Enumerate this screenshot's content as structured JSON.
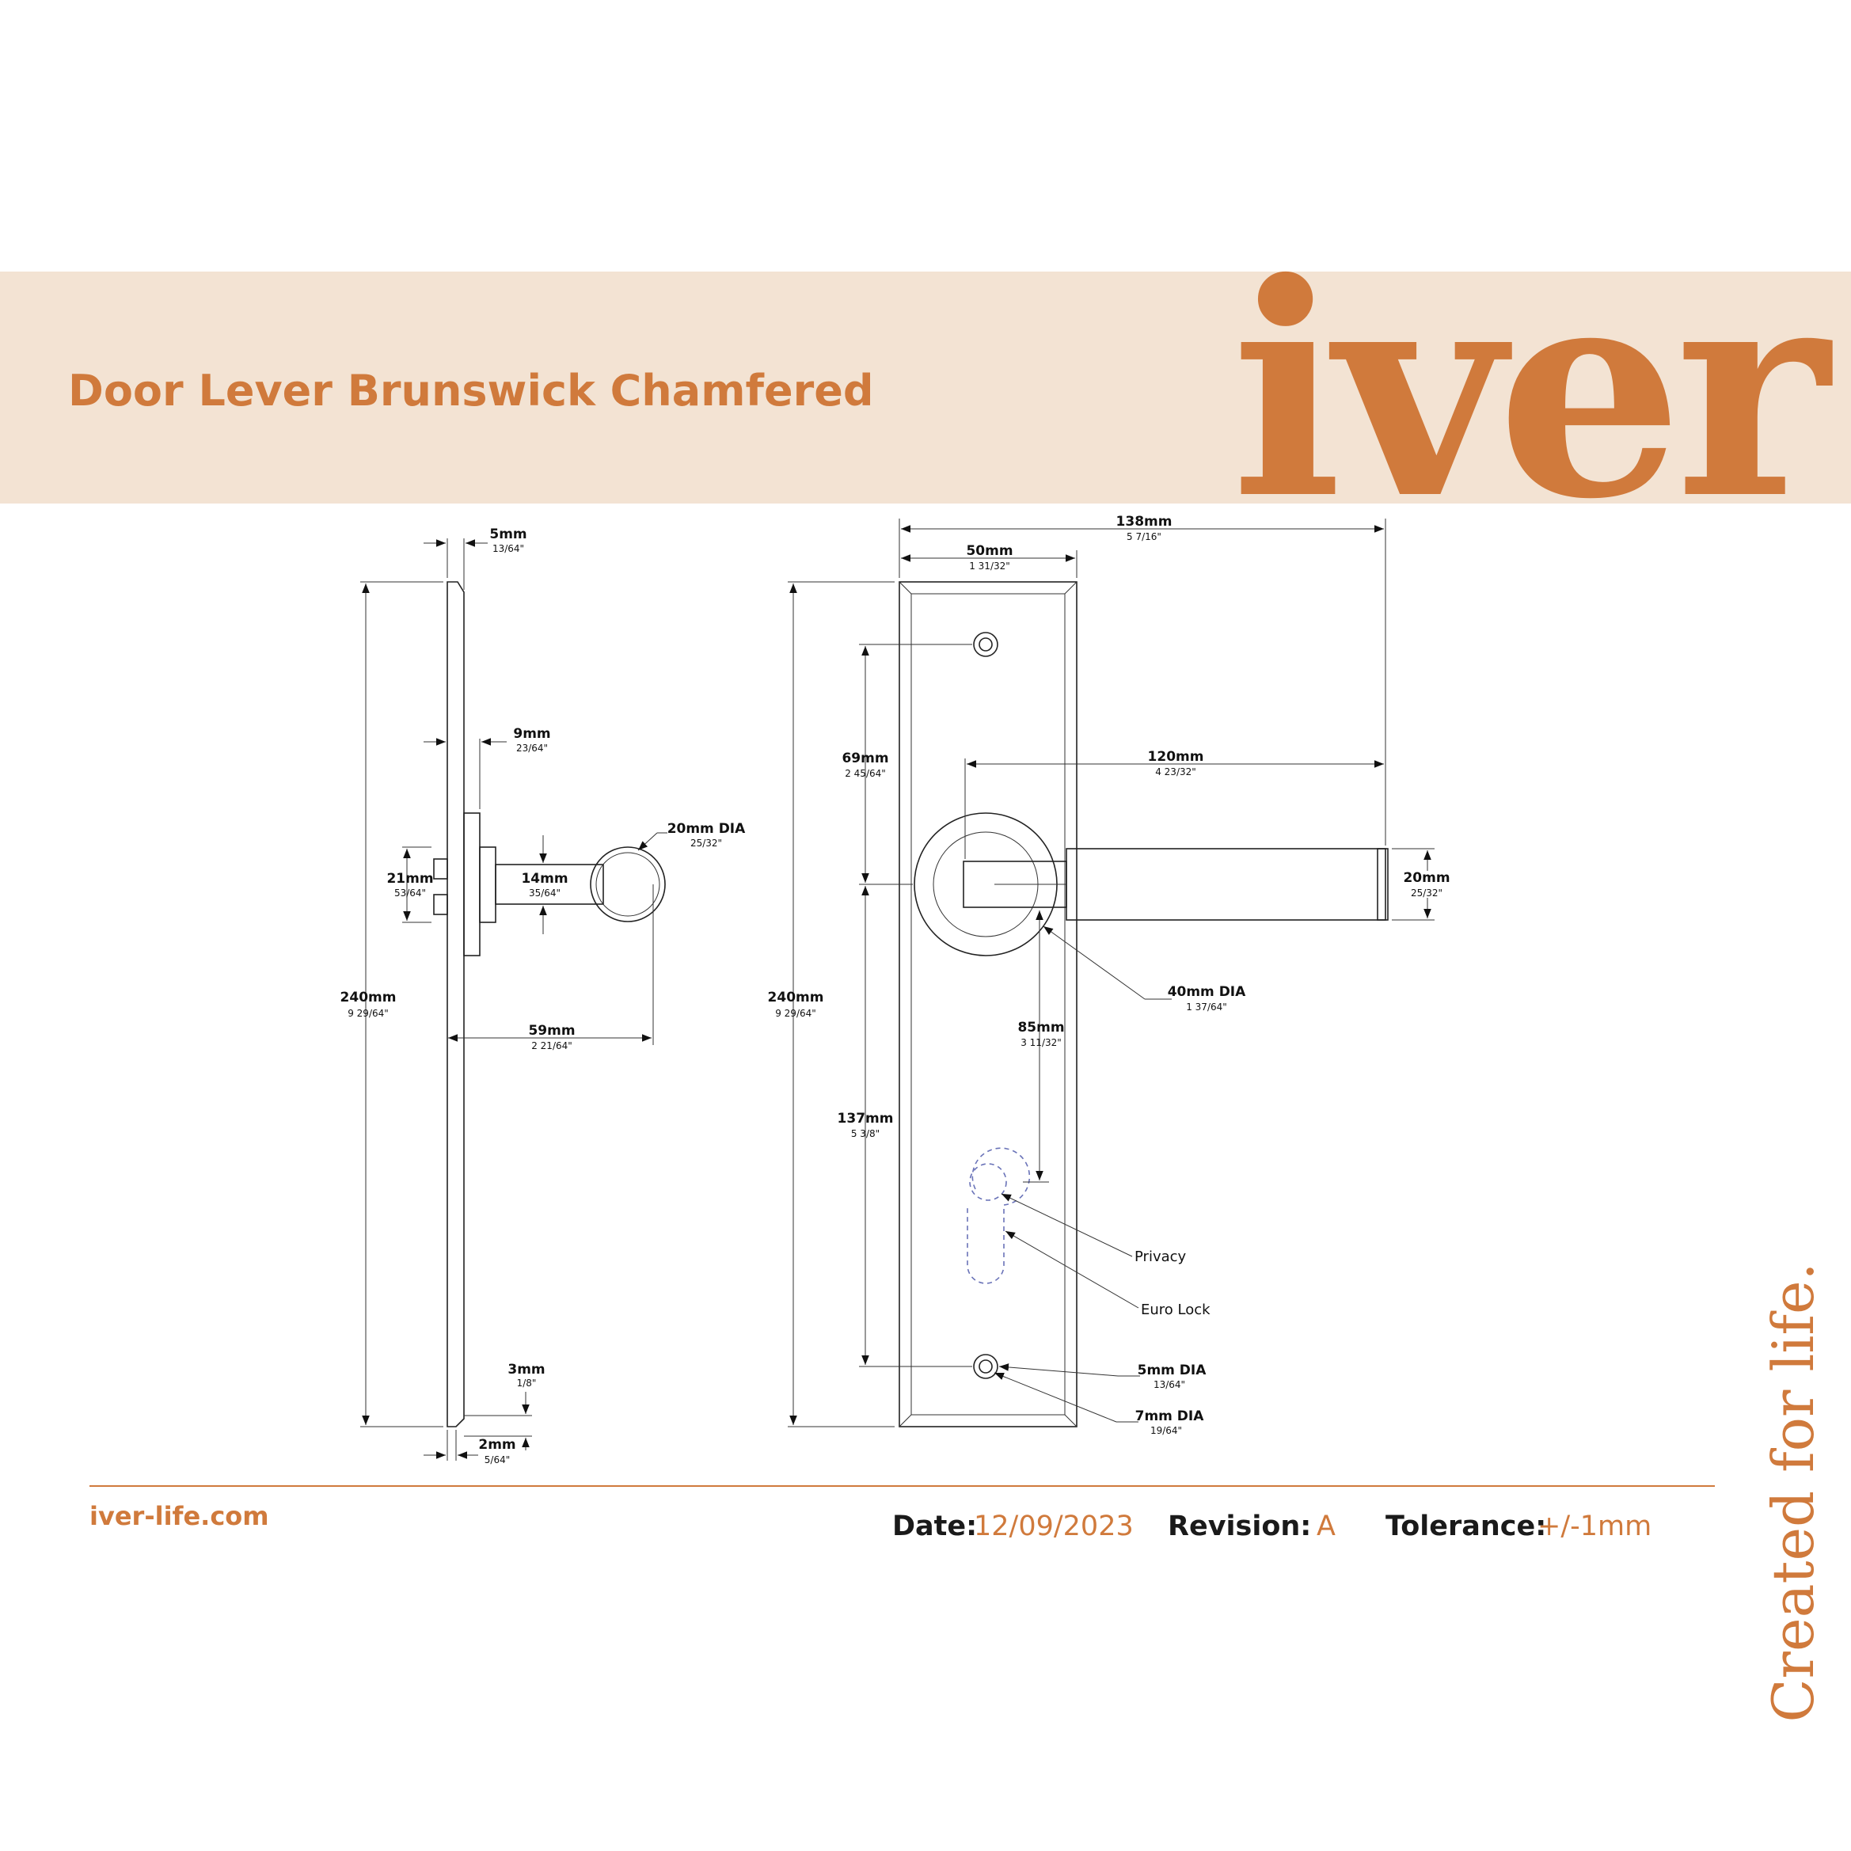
{
  "header": {
    "title": "Door Lever Brunswick Chamfered",
    "logo": "iver",
    "tagline": "Created for life."
  },
  "footer": {
    "site": "iver-life.com",
    "date_label": "Date:",
    "date_value": "12/09/2023",
    "revision_label": "Revision:",
    "revision_value": "A",
    "tolerance_label": "Tolerance:",
    "tolerance_value": "+/-1mm"
  },
  "side_view": {
    "plate_thickness": {
      "mm": "5mm",
      "in": "13/64\""
    },
    "rose_offset": {
      "mm": "9mm",
      "in": "23/64\""
    },
    "rose_height": {
      "mm": "21mm",
      "in": "53/64\""
    },
    "neck": {
      "mm": "14mm",
      "in": "35/64\""
    },
    "lever_dia": {
      "mm": "20mm DIA",
      "in": "25/32\""
    },
    "projection": {
      "mm": "59mm",
      "in": "2 21/64\""
    },
    "height": {
      "mm": "240mm",
      "in": "9 29/64\""
    },
    "chamfer_top": {
      "mm": "3mm",
      "in": "1/8\""
    },
    "chamfer_bottom": {
      "mm": "2mm",
      "in": "5/64\""
    }
  },
  "front_view": {
    "overall_width": {
      "mm": "138mm",
      "in": "5 7/16\""
    },
    "plate_width": {
      "mm": "50mm",
      "in": "1 31/32\""
    },
    "height": {
      "mm": "240mm",
      "in": "9 29/64\""
    },
    "upper_centre": {
      "mm": "69mm",
      "in": "2 45/64\""
    },
    "lever_length": {
      "mm": "120mm",
      "in": "4 23/32\""
    },
    "lever_grip": {
      "mm": "20mm",
      "in": "25/32\""
    },
    "rose_dia": {
      "mm": "40mm DIA",
      "in": "1 37/64\""
    },
    "lock_centres": {
      "mm": "85mm",
      "in": "3 11/32\""
    },
    "lower_centre": {
      "mm": "137mm",
      "in": "5 3/8\""
    },
    "privacy": "Privacy",
    "euro_lock": "Euro Lock",
    "screw_hole": {
      "mm": "5mm DIA",
      "in": "13/64\""
    },
    "countersink": {
      "mm": "7mm DIA",
      "in": "19/64\""
    }
  }
}
